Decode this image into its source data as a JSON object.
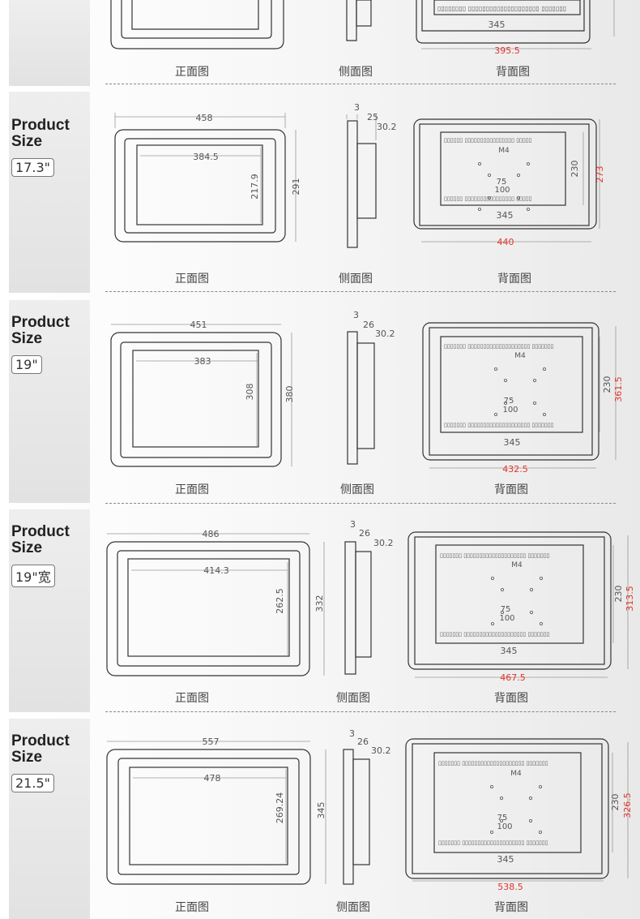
{
  "product_label": "Product Size",
  "captions": {
    "front": "正面图",
    "side": "侧面图",
    "back": "背面图"
  },
  "top_partial": {
    "back_width": "345",
    "back_outer": "395.5"
  },
  "models": [
    {
      "size": "17.3\"",
      "front": {
        "outer_width": "458",
        "inner_width": "384.5",
        "inner_height": "217.9",
        "outer_height": "291"
      },
      "side": {
        "a": "3",
        "b": "25",
        "c": "30.2"
      },
      "back": {
        "mount": "M4",
        "vesa_small": "75",
        "vesa_large": "100",
        "panel_w": "345",
        "panel_h": "230",
        "outer_w": "440",
        "outer_h": "273"
      }
    },
    {
      "size": "19\"",
      "front": {
        "outer_width": "451",
        "inner_width": "383",
        "inner_height": "308",
        "outer_height": "380"
      },
      "side": {
        "a": "3",
        "b": "26",
        "c": "30.2"
      },
      "back": {
        "mount": "M4",
        "vesa_small": "75",
        "vesa_large": "100",
        "panel_w": "345",
        "panel_h": "230",
        "outer_w": "432.5",
        "outer_h": "361.5"
      }
    },
    {
      "size": "19\"宽",
      "front": {
        "outer_width": "486",
        "inner_width": "414.3",
        "inner_height": "262.5",
        "outer_height": "332"
      },
      "side": {
        "a": "3",
        "b": "26",
        "c": "30.2"
      },
      "back": {
        "mount": "M4",
        "vesa_small": "75",
        "vesa_large": "100",
        "panel_w": "345",
        "panel_h": "230",
        "outer_w": "467.5",
        "outer_h": "313.5"
      }
    },
    {
      "size": "21.5\"",
      "front": {
        "outer_width": "557",
        "inner_width": "478",
        "inner_height": "269.24",
        "outer_height": "345"
      },
      "side": {
        "a": "3",
        "b": "26",
        "c": "30.2"
      },
      "back": {
        "mount": "M4",
        "vesa_small": "75",
        "vesa_large": "100",
        "panel_w": "345",
        "panel_h": "230",
        "outer_w": "538.5",
        "outer_h": "326.5"
      }
    }
  ]
}
